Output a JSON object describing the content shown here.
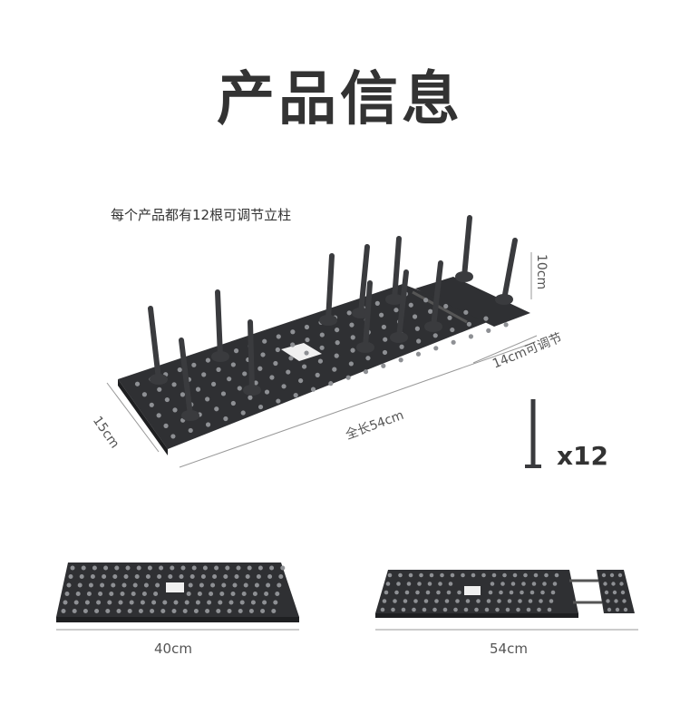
{
  "title": "产品信息",
  "note": "每个产品都有12根可调节立柱",
  "dimensions": {
    "height": "10cm",
    "adjust": "14cm可调节",
    "total_length": "全长54cm",
    "width": "15cm",
    "closed_length": "40cm",
    "open_length": "54cm"
  },
  "quantity": "x12",
  "colors": {
    "product": "#2f3033",
    "holes": "#9a9ca0",
    "line": "#999999"
  }
}
